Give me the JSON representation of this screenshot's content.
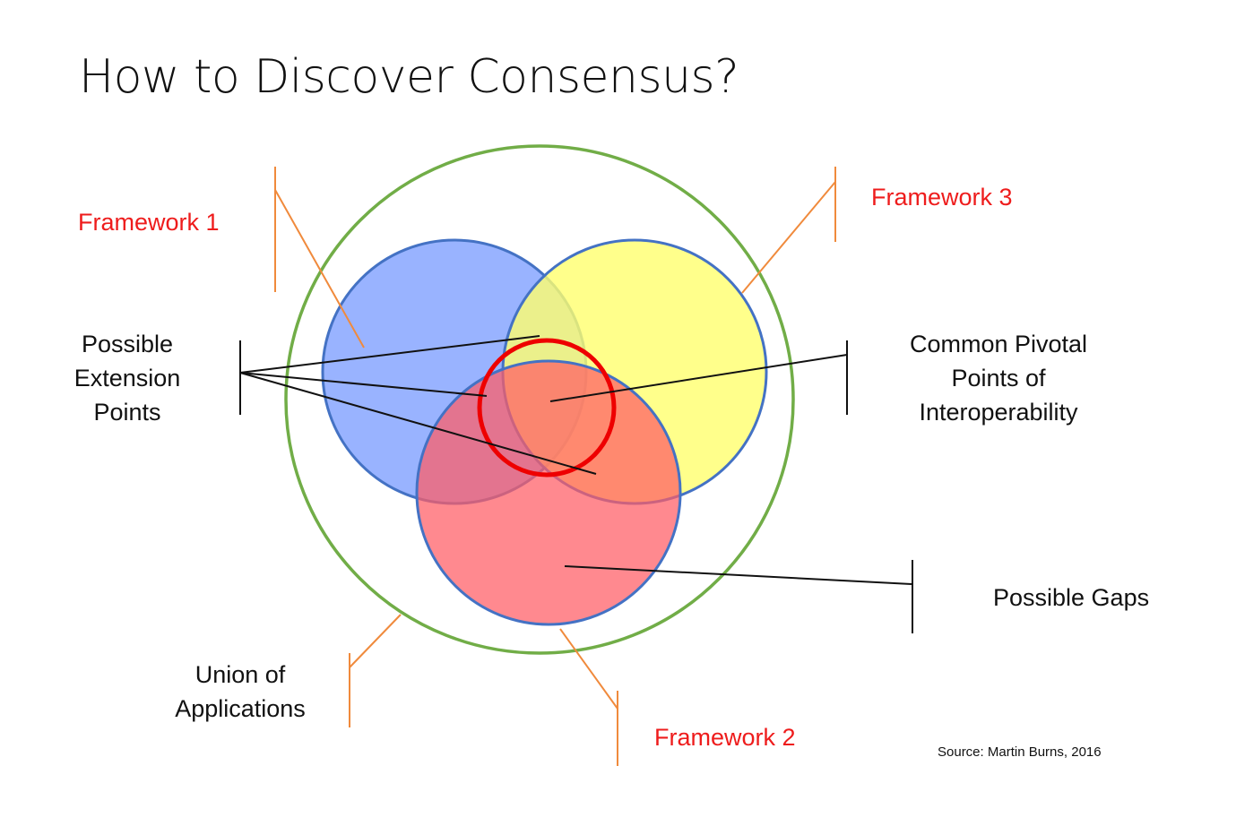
{
  "title": "How to Discover Consensus?",
  "labels": {
    "framework1": "Framework 1",
    "framework2": "Framework 2",
    "framework3": "Framework 3",
    "extension": [
      "Possible",
      "Extension",
      "Points"
    ],
    "pivotal": [
      "Common Pivotal",
      "Points of",
      "Interoperability"
    ],
    "gaps": "Possible Gaps",
    "union": [
      "Union of",
      "Applications"
    ]
  },
  "source": "Source: Martin Burns, 2016",
  "colors": {
    "union_ring": "#71ad47",
    "framework1_fill": "#7799ff",
    "framework3_fill": "#ffff6e",
    "framework2_fill": "#ff5c64",
    "circle_outline": "#4472c4",
    "pivot_ring": "#ee0000",
    "framework_label": "#ee1c1c",
    "bracket_orange": "#f08a3c",
    "bracket_black": "#111111"
  }
}
